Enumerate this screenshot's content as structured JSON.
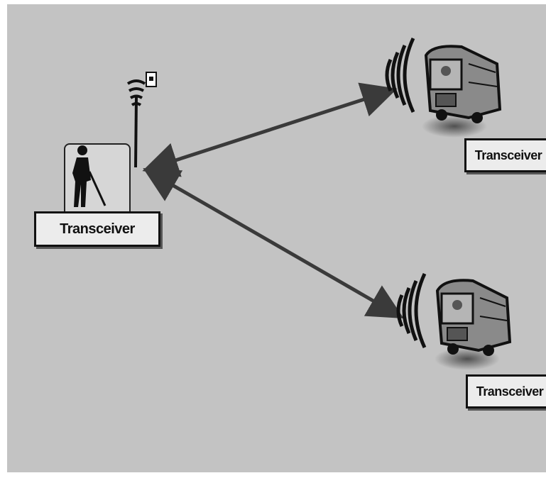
{
  "diagram": {
    "nodes": [
      {
        "id": "user-station",
        "label": "Transceiver",
        "icon": "visually-impaired-person-icon"
      },
      {
        "id": "bus-1",
        "label": "Transceiver",
        "icon": "bus-icon"
      },
      {
        "id": "bus-2",
        "label": "Transceiver",
        "icon": "bus-icon"
      }
    ],
    "edges": [
      {
        "from": "user-station",
        "to": "bus-1",
        "direction": "bidirectional"
      },
      {
        "from": "user-station",
        "to": "bus-2",
        "direction": "bidirectional"
      }
    ]
  },
  "colors": {
    "background": "#c3c3c3",
    "ink": "#111111",
    "arrow": "#3a3a3a"
  }
}
